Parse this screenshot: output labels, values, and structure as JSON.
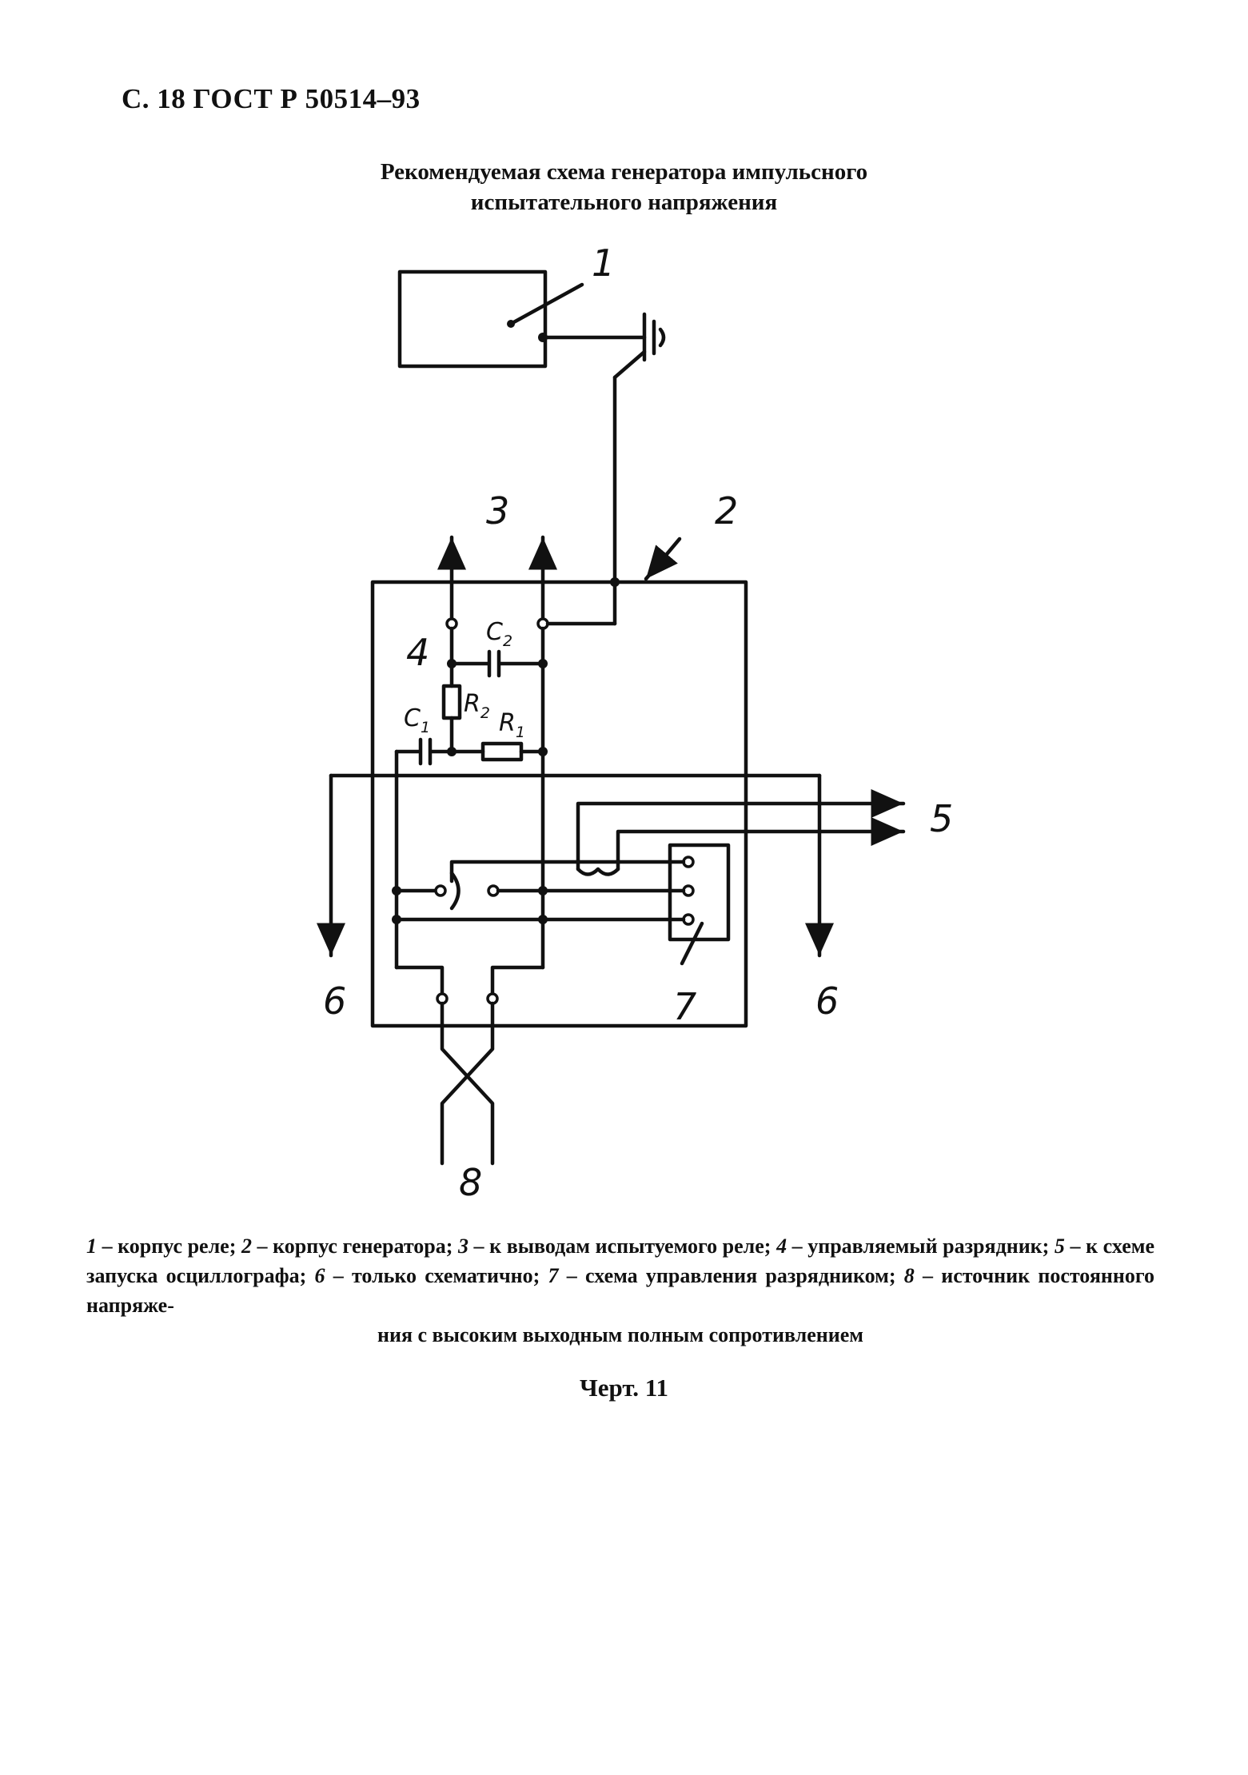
{
  "header": {
    "page_ref": "С. 18 ГОСТ Р 50514–93"
  },
  "figure": {
    "title_line1": "Рекомендуемая схема генератора импульсного",
    "title_line2": "испытательного напряжения",
    "caption": "Черт. 11"
  },
  "diagram": {
    "callouts": {
      "n1": "1",
      "n2": "2",
      "n3": "3",
      "n4": "4",
      "n5": "5",
      "n6_left": "6",
      "n6_right": "6",
      "n7": "7",
      "n8": "8"
    },
    "components": {
      "c1": "C",
      "c1_sub": "1",
      "c2": "C",
      "c2_sub": "2",
      "r1": "R",
      "r1_sub": "1",
      "r2": "R",
      "r2_sub": "2"
    }
  },
  "legend": {
    "items": [
      {
        "num": "1",
        "text": " – корпус реле; "
      },
      {
        "num": "2",
        "text": " – корпус генератора; "
      },
      {
        "num": "3",
        "text": " – к выводам испытуемого реле; "
      },
      {
        "num": "4",
        "text": " – управляемый разрядник; "
      },
      {
        "num": "5",
        "text": " – к схеме запуска осциллографа; "
      },
      {
        "num": "6",
        "text": " – только схематично; "
      },
      {
        "num": "7",
        "text": " – схема управления разрядником; "
      },
      {
        "num": "8",
        "text": " – источник постоянного напряже-"
      }
    ],
    "last_line": "ния с высоким выходным полным сопротивлением"
  }
}
